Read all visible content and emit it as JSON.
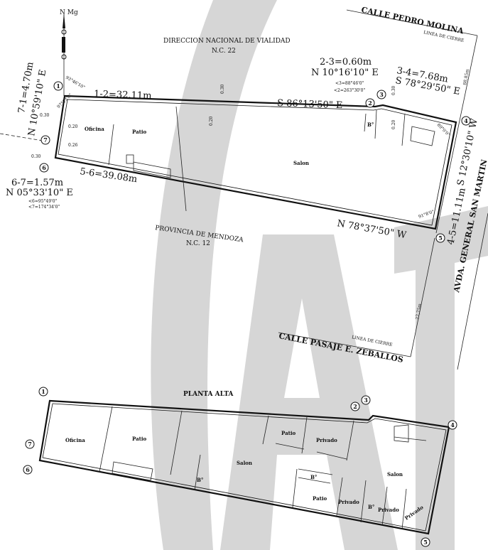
{
  "north": {
    "label": "N  Mg"
  },
  "neighbors": {
    "north_name": "DIRECCION NACIONAL DE VIALIDAD",
    "north_nc": "N.C.  22",
    "south_name": "PROVINCIA DE MENDOZA",
    "south_nc": "N.C. 12"
  },
  "streets": {
    "top": "CALLE PEDRO MOLINA",
    "bottom": "CALLE PASAJE E. ZEBALLOS",
    "right": "AVDA. GENERAL SAN MARTIN",
    "closure_line": "LINEA DE CIERRE",
    "dist_top": "88,85m",
    "dist_bottom": "27,75m"
  },
  "points": [
    "1",
    "2",
    "3",
    "4",
    "5",
    "6",
    "7"
  ],
  "sides": {
    "s71_len": "7-1=4.70m",
    "s71_bearing": "N  10°59'10\"  E",
    "s12_len": "1-2=32.11m",
    "s12_bearing": "S  86°13'50\"  E",
    "s23_len": "2-3=0.60m",
    "s23_bearing": "N  10°16'10\"  E",
    "ang3": "<3=88°46'0\"",
    "ang2": "<2=263°30'0\"",
    "s34_len": "3-4=7.68m",
    "s34_bearing": "S  78°29'50\"  E",
    "s45_len": "4-5=11.11m",
    "s45_bearing": "S  12°30'10\"  W",
    "s56_len": "5-6=39.08m",
    "s56_bearing": "N  78°37'50\"  W",
    "s67_len": "6-7=1.57m",
    "s67_bearing": "N  05°33'10\"  E",
    "ang6": "<6=95°49'0\"",
    "ang7": "<7=174°34'0\"",
    "ang1a": "93°46'10\"",
    "ang1b": "97°13'0\"",
    "ang4": "89°0'0\"",
    "ang5": "91°8'0\""
  },
  "offsets": [
    "0.30",
    "0.20",
    "0.26",
    "0.30",
    "0.30",
    "0.20",
    "0.30",
    "0.20"
  ],
  "ground_floor": {
    "rooms": [
      "Oficina",
      "Patio",
      "Salon",
      "B°"
    ]
  },
  "upper_floor": {
    "title": "PLANTA ALTA",
    "rooms": [
      "Oficina",
      "Patio",
      "Salon",
      "B°",
      "Patio",
      "Privado",
      "Salon",
      "B°",
      "Patio",
      "Privado",
      "B°",
      "Privado",
      "Privado"
    ]
  }
}
